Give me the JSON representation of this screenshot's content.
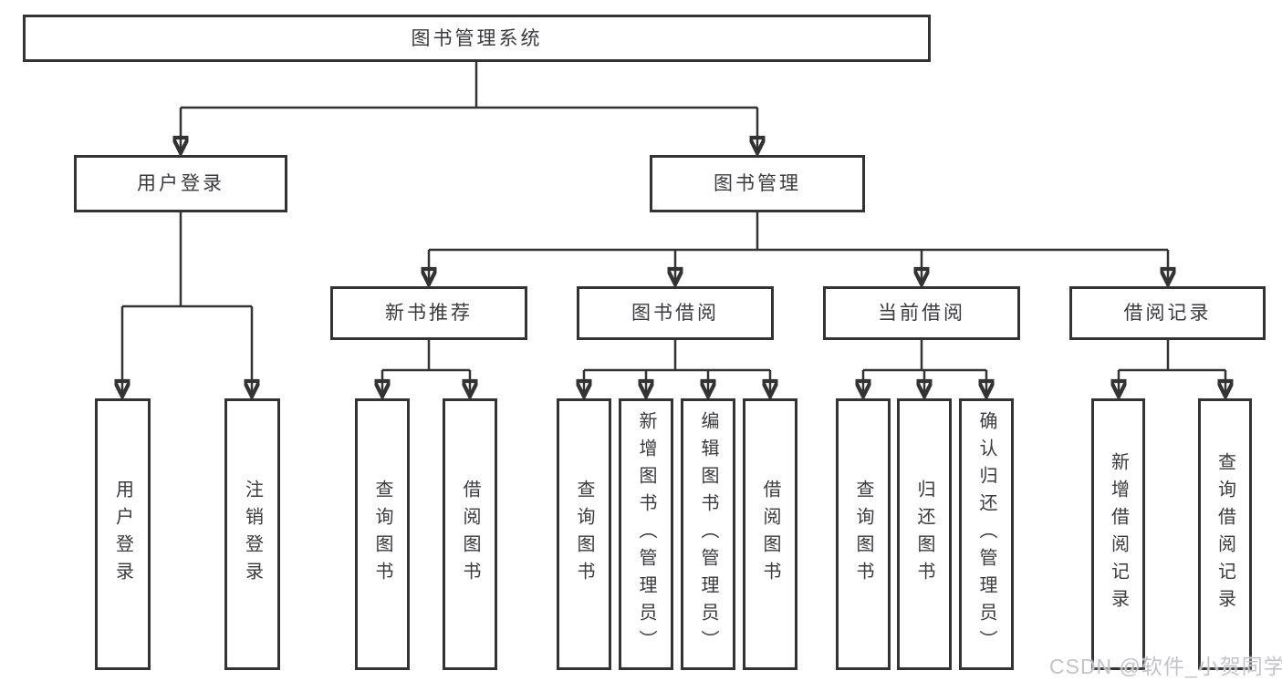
{
  "colors": {
    "line": "#333333",
    "box_border": "#333333",
    "box_background": "#ffffff",
    "text": "#3a3a3f",
    "watermark": "#c4c4c8",
    "page_background": "#ffffff"
  },
  "diagram": {
    "root": "图书管理系统",
    "login_branch": {
      "label": "用户登录",
      "children": [
        "用户登录",
        "注销登录"
      ]
    },
    "mgmt_branch": {
      "label": "图书管理",
      "groups": [
        {
          "label": "新书推荐",
          "children": [
            "查询图书",
            "借阅图书"
          ]
        },
        {
          "label": "图书借阅",
          "children": [
            "查询图书",
            "新增图书（管理员）",
            "编辑图书（管理员）",
            "借阅图书"
          ]
        },
        {
          "label": "当前借阅",
          "children": [
            "查询图书",
            "归还图书",
            "确认归还（管理员）"
          ]
        },
        {
          "label": "借阅记录",
          "children": [
            "新增借阅记录",
            "查询借阅记录"
          ]
        }
      ]
    }
  },
  "watermark": {
    "text": "CSDN @软件_小贺同学"
  }
}
